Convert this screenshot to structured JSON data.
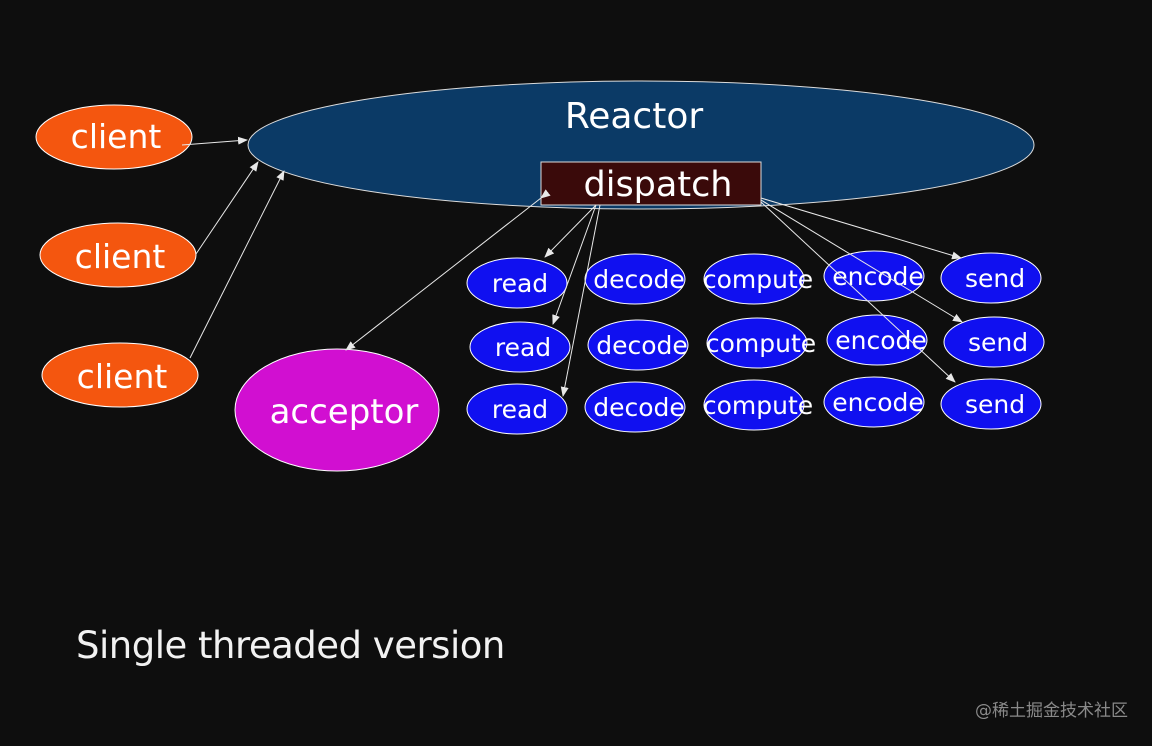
{
  "reactor": {
    "label": "Reactor"
  },
  "dispatch": {
    "label": "dispatch"
  },
  "clients": [
    {
      "label": "client"
    },
    {
      "label": "client"
    },
    {
      "label": "client"
    }
  ],
  "acceptor": {
    "label": "acceptor"
  },
  "handlers": [
    [
      "read",
      "decode",
      "compute",
      "encode",
      "send"
    ],
    [
      "read",
      "decode",
      "compute",
      "encode",
      "send"
    ],
    [
      "read",
      "decode",
      "compute",
      "encode",
      "send"
    ]
  ],
  "caption": "Single threaded version",
  "watermark": "@稀土掘金技术社区",
  "colors": {
    "background": "#0e0e0e",
    "reactor": "#0b3a66",
    "dispatch": "#3a0a0a",
    "client": "#f4560f",
    "acceptor": "#d10fd1",
    "handler": "#1010f0",
    "arrow": "#e8e8e8"
  }
}
